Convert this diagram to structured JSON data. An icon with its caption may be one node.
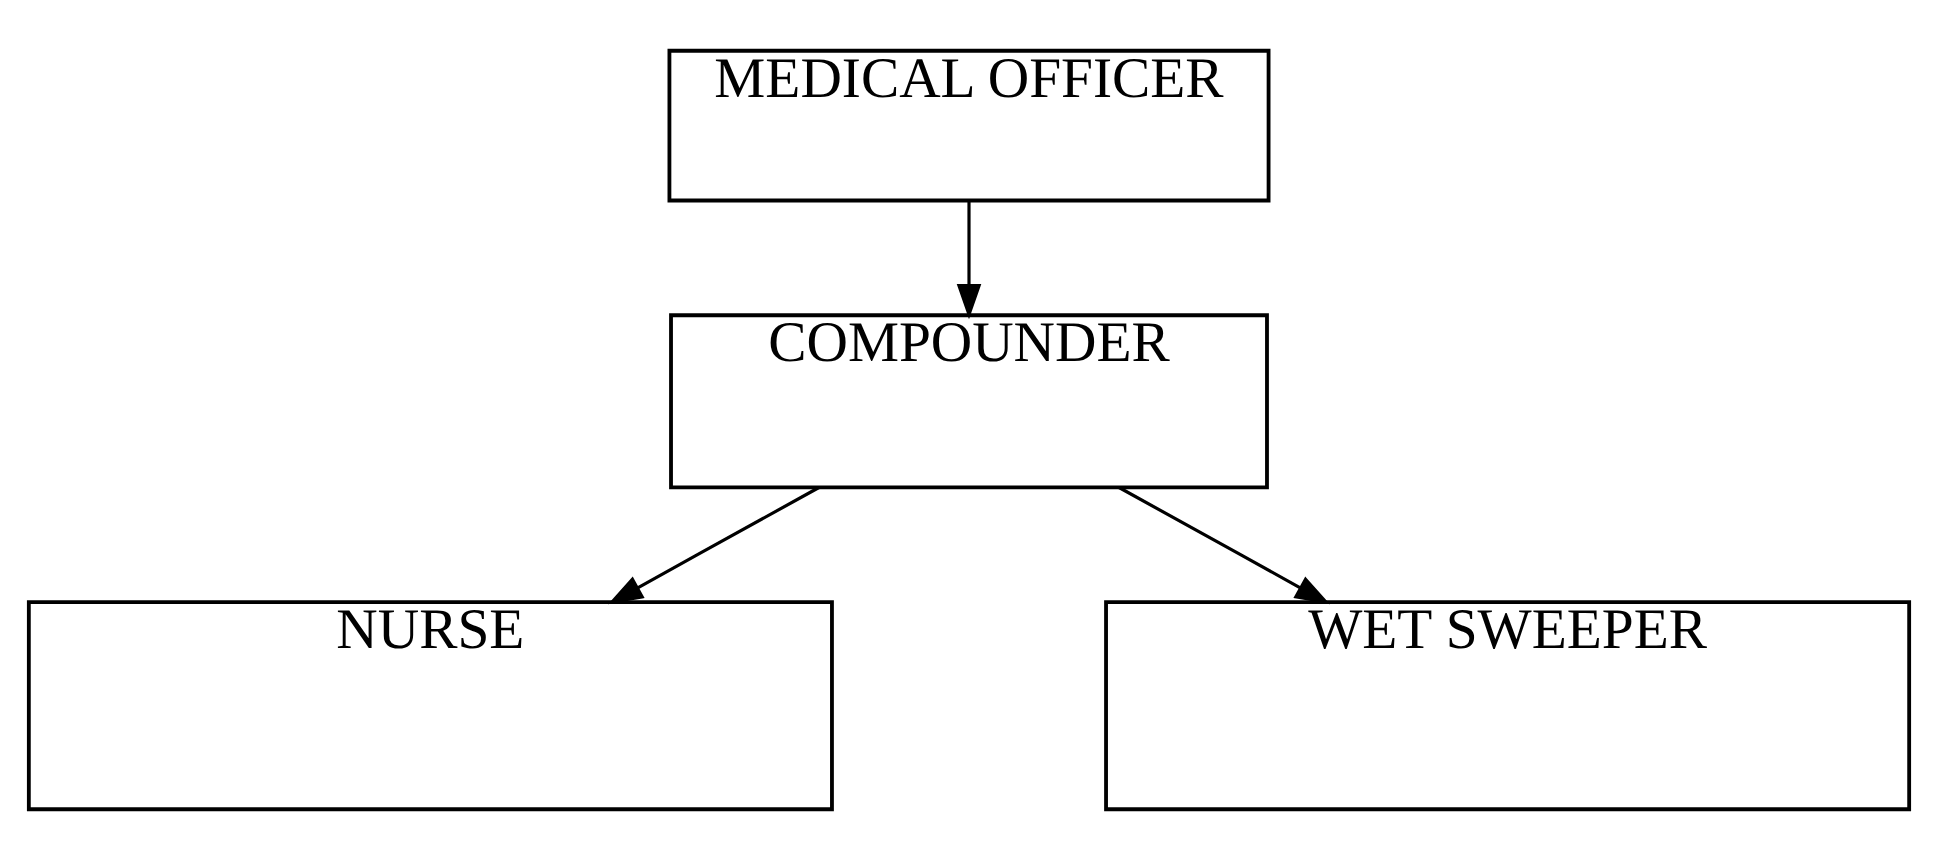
{
  "diagram": {
    "nodes": [
      {
        "text": [
          "MEDICAL OFFICER"
        ]
      },
      {
        "text": [
          "COMPOUNDER"
        ]
      },
      {
        "text": [
          "NURSE"
        ]
      },
      {
        "text": [
          "WET SWEEPER"
        ]
      }
    ],
    "edges": [
      {
        "from": 0,
        "to": 1,
        "arrow": "to"
      },
      {
        "from": 1,
        "to": 2,
        "arrow": "to"
      },
      {
        "from": 1,
        "to": 3,
        "arrow": "to"
      }
    ]
  }
}
